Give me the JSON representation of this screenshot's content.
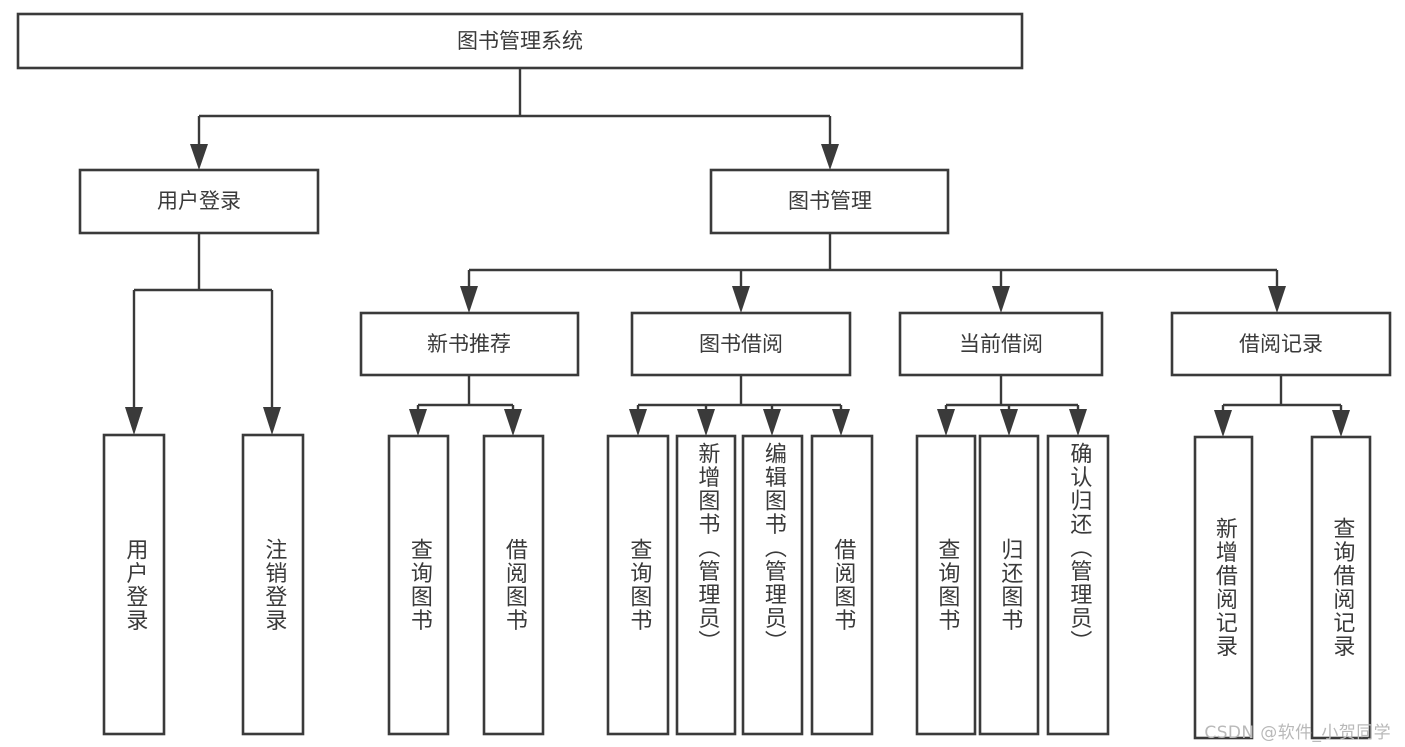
{
  "diagram": {
    "title": "图书管理系统",
    "type": "tree-hierarchy-diagram",
    "watermark": "CSDN @软件_小贺同学",
    "colors": {
      "stroke": "#3a3a3a",
      "box_fill": "#ffffff",
      "text": "#3a3a3a",
      "background": "#ffffff",
      "watermark": "#b9b9b9"
    },
    "root": {
      "label": "图书管理系统"
    },
    "level2": [
      {
        "label": "用户登录"
      },
      {
        "label": "图书管理"
      }
    ],
    "level3": [
      {
        "label": "新书推荐"
      },
      {
        "label": "图书借阅"
      },
      {
        "label": "当前借阅"
      },
      {
        "label": "借阅记录"
      }
    ],
    "leaves": {
      "user_login": [
        {
          "label": "用户登录"
        },
        {
          "label": "注销登录"
        }
      ],
      "new_book_recommend": [
        {
          "label": "查询图书"
        },
        {
          "label": "借阅图书"
        }
      ],
      "book_borrow": [
        {
          "label": "查询图书"
        },
        {
          "label": "新增图书（管理员）"
        },
        {
          "label": "编辑图书（管理员）"
        },
        {
          "label": "借阅图书"
        }
      ],
      "current_borrow": [
        {
          "label": "查询图书"
        },
        {
          "label": "归还图书"
        },
        {
          "label": "确认归还（管理员）"
        }
      ],
      "borrow_record": [
        {
          "label": "新增借阅记录"
        },
        {
          "label": "查询借阅记录"
        }
      ]
    }
  }
}
